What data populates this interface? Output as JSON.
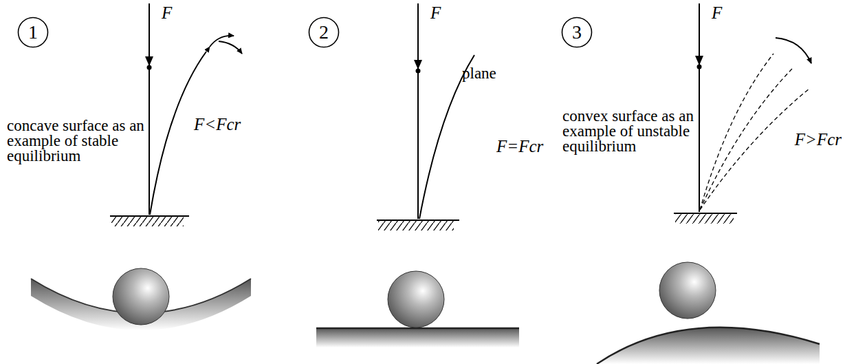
{
  "diagram": {
    "nodes": [
      {
        "text": [
          "1"
        ]
      },
      {
        "text": [
          "2"
        ]
      },
      {
        "text": [
          "3"
        ]
      }
    ],
    "labels": [
      "F",
      "concave surface as an example of stable equilibrium",
      "F<Fcr",
      "F",
      "plane",
      "F=Fcr",
      "F",
      "convex surface as an example of unstable equilibrium",
      "F>Fcr"
    ]
  }
}
